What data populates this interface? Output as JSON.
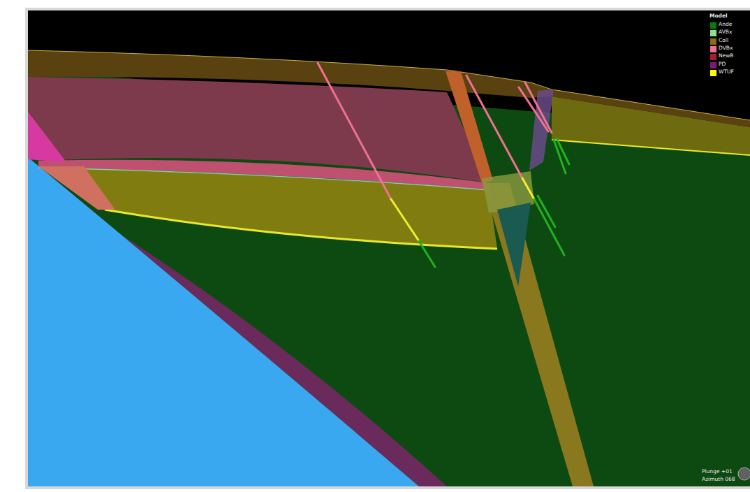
{
  "diagram": {
    "labels": [
      "Model",
      "Plunge +01",
      "Azimuth 068"
    ],
    "legend": [
      {
        "text": "Ande",
        "color": "#0a7a0a"
      },
      {
        "text": "AVBx",
        "color": "#8fe08f"
      },
      {
        "text": "Coll",
        "color": "#8b6a1a"
      },
      {
        "text": "DVBx",
        "color": "#f07090"
      },
      {
        "text": "NewB",
        "color": "#a02030"
      },
      {
        "text": "PD",
        "color": "#7a1a7a"
      },
      {
        "text": "WTUF",
        "color": "#ffff00"
      }
    ]
  }
}
